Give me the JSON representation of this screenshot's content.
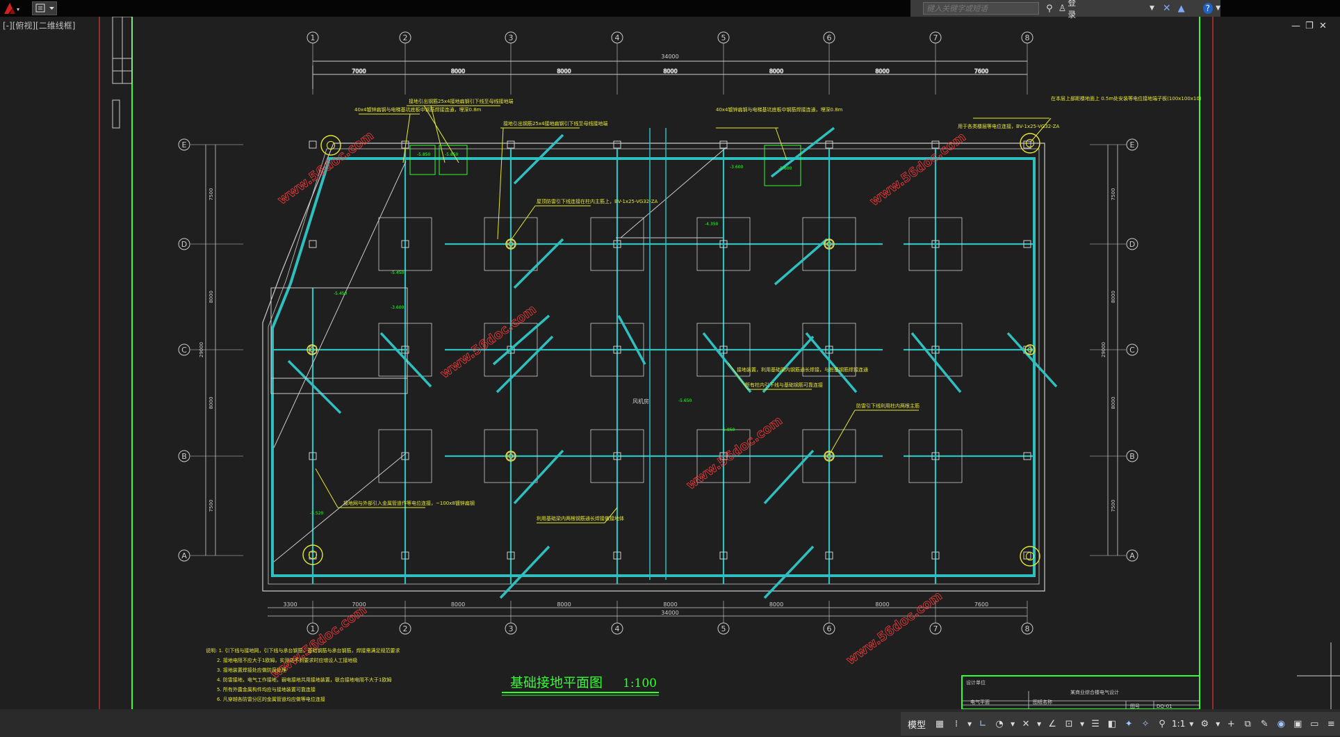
{
  "viewport": {
    "label": "[-][俯视][二维线框]"
  },
  "search": {
    "placeholder": "键入关键字或短语"
  },
  "user": {
    "login_label": "登录"
  },
  "status": {
    "model_tab": "模型",
    "scale": "1:1"
  },
  "drawing": {
    "title": "基础接地平面图",
    "scale": "1:100",
    "col_labels": [
      "1",
      "2",
      "3",
      "4",
      "5",
      "6",
      "7",
      "8"
    ],
    "row_labels": [
      "E",
      "D",
      "C",
      "B",
      "A"
    ],
    "top_overall": "34000",
    "top_spans": [
      "7000",
      "8000",
      "8000",
      "8000",
      "8000",
      "8000",
      "7600"
    ],
    "bottom_overall": "34000",
    "bottom_spans": [
      "3300",
      "7000",
      "8000",
      "8000",
      "8000",
      "8000",
      "8000",
      "7600"
    ],
    "left_dims": [
      "7500",
      "8000",
      "8000",
      "7500"
    ],
    "left_overall": "29000",
    "right_dims": [
      "7500",
      "8000",
      "8000",
      "7500"
    ],
    "right_overall": "29000",
    "watermark": "www.56doc.com",
    "elev_marks": [
      "-5.850",
      "-5.850",
      "-3.600",
      "-5.600",
      "-5.450",
      "-5.450",
      "-4.350",
      "-3.600",
      "-5.520",
      "-5.650",
      "-5.850"
    ],
    "room_label": "风机房",
    "annotations": [
      "40x4镀锌扁钢与电梯基坑底板中钢筋焊接连通，埋深0.8m",
      "接地引出钢筋25x4接地扁钢引下线至母线接地端",
      "接地引出钢筋25x4接地扁钢引下线至母线接地端",
      "40x4镀锌扁钢与电梯基坑底板中钢筋焊接连通，埋深0.8m",
      "屋顶防雷引下线连接在柱内主筋上，BV-1x25-VG32-ZA",
      "在本层上部距楼地面上 0.5m处安装等电位接地端子板(100x100x10)",
      "用于各类楼层等电位连接，BV-1x25-VG32-ZA",
      "利用基础梁内两根钢筋通长焊接做接地体",
      "所有柱内引下线与基础钢筋可靠连接",
      "防雷引下线利用柱内两根主筋",
      "接地网与外部引入金属管道作等电位连接，~100x8镀锌扁钢",
      "接地装置，利用基础梁内钢筋通长焊接，与桩基钢筋焊接连通"
    ],
    "notes": [
      "说明: 1. 引下线与接地网，引下线与承台钢筋，基础钢筋与承台钢筋，焊接需满足规范要求",
      "2. 接地电阻不应大于1欧姆，实测达不到要求时应增设人工接地极",
      "3. 接地装置焊接处应做防腐处理",
      "4. 防雷接地，电气工作接地，弱电接地共用接地装置，联合接地电阻不大于1欧姆",
      "5. 所有外露金属构件均应与接地装置可靠连接",
      "6. 凡穿越各防雷分区的金属管道均应做等电位连接"
    ],
    "titleblock": [
      "设计单位",
      "某商业综合楼电气设计",
      "电气平面",
      "图纸名称",
      "图号",
      "DQ-01"
    ]
  }
}
